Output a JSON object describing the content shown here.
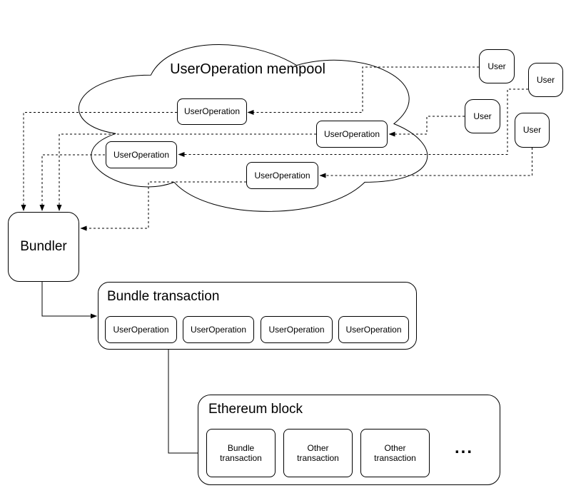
{
  "diagram": {
    "mempool": {
      "title": "UserOperation mempool",
      "nodes": [
        {
          "label": "UserOperation"
        },
        {
          "label": "UserOperation"
        },
        {
          "label": "UserOperation"
        },
        {
          "label": "UserOperation"
        }
      ]
    },
    "users": [
      {
        "label": "User"
      },
      {
        "label": "User"
      },
      {
        "label": "User"
      },
      {
        "label": "User"
      }
    ],
    "bundler": {
      "label": "Bundler"
    },
    "bundle_transaction": {
      "title": "Bundle transaction",
      "nodes": [
        {
          "label": "UserOperation"
        },
        {
          "label": "UserOperation"
        },
        {
          "label": "UserOperation"
        },
        {
          "label": "UserOperation"
        }
      ]
    },
    "ethereum_block": {
      "title": "Ethereum block",
      "nodes": [
        {
          "label": "Bundle transaction"
        },
        {
          "label": "Other transaction"
        },
        {
          "label": "Other transaction"
        }
      ],
      "ellipsis": "..."
    },
    "colors": {
      "stroke": "#000000",
      "fill": "#ffffff",
      "background": "#ffffff"
    }
  }
}
